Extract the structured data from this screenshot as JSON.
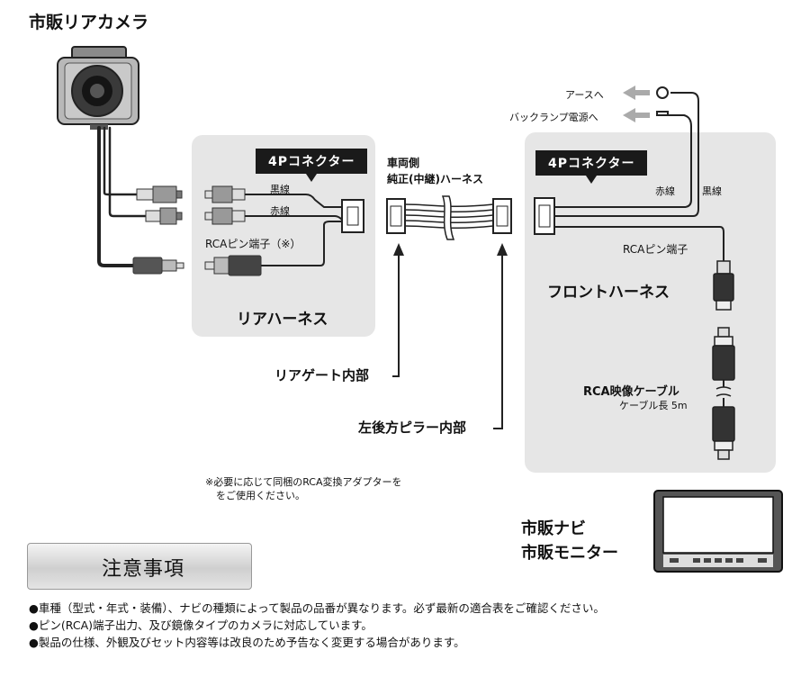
{
  "title": "市販リアカメラ",
  "rear_harness": {
    "connector_tag": "4Pコネクター",
    "black_wire": "黒線",
    "red_wire": "赤線",
    "rca_pin": "RCAピン端子（※）",
    "name": "リアハーネス"
  },
  "vehicle_harness": {
    "line1": "車両側",
    "line2": "純正(中継)ハーネス"
  },
  "front_harness": {
    "connector_tag": "4Pコネクター",
    "to_ground": "アースへ",
    "to_backlamp": "バックランプ電源へ",
    "red_wire": "赤線",
    "black_wire": "黒線",
    "rca_pin": "RCAピン端子",
    "name": "フロントハーネス"
  },
  "rca_cable": {
    "name": "RCA映像ケーブル",
    "length": "ケーブル長 5m"
  },
  "routing": {
    "rear_gate": "リアゲート内部",
    "pillar": "左後方ピラー内部"
  },
  "note": {
    "line1": "※必要に応じて同梱のRCA変換アダプターを",
    "line2": "をご使用ください。"
  },
  "monitor": {
    "line1": "市販ナビ",
    "line2": "市販モニター"
  },
  "caution": {
    "title": "注意事項",
    "items": [
      "●車種（型式・年式・装備）、ナビの種類によって製品の品番が異なります。必ず最新の適合表をご確認ください。",
      "●ピン(RCA)端子出力、及び鏡像タイプのカメラに対応しています。",
      "●製品の仕様、外観及びセット内容等は改良のため予告なく変更する場合があります。"
    ]
  },
  "colors": {
    "panel": "#e6e6e6",
    "tag": "#1a1a1a",
    "arrow": "#aaaaaa"
  }
}
